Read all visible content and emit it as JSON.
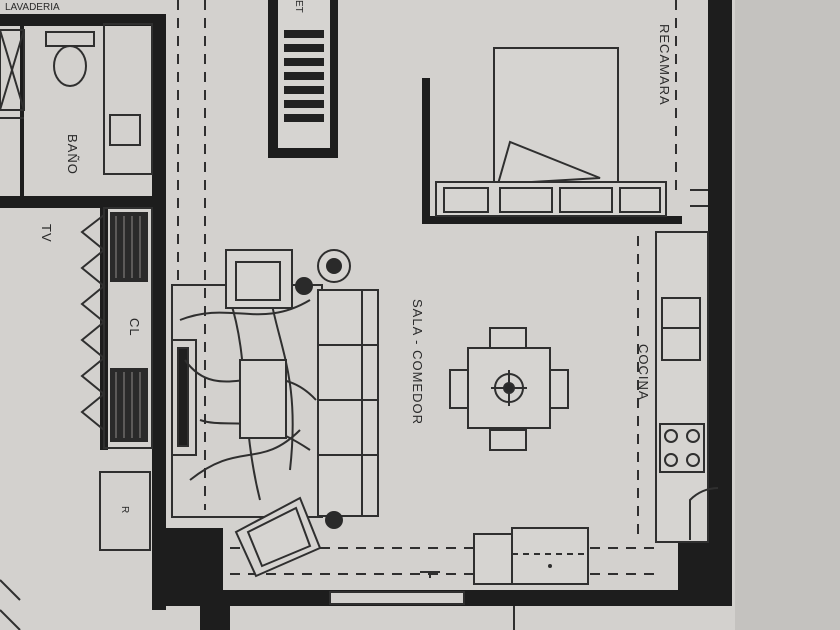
{
  "rooms": {
    "bath": "BAÑO",
    "tv": "TV",
    "closet": "CL",
    "living_dining": "SALA - COMEDOR",
    "bedroom": "RECAMARA",
    "kitchen": "COCINA",
    "fridge": "R",
    "laundry": "LAVADERIA",
    "stair_mark": "ET"
  },
  "colors": {
    "background": "#c9c7c4",
    "paper": "#d6d4d1",
    "wall": "#1d1d1d",
    "line": "#2f2f2f"
  }
}
